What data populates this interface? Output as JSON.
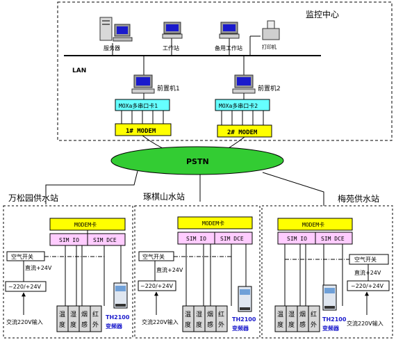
{
  "center": {
    "title": "监控中心",
    "lan_label": "LAN",
    "computers": [
      {
        "label": "服务器"
      },
      {
        "label": "工作站"
      },
      {
        "label": "备用工作站"
      },
      {
        "label": "打印机"
      }
    ],
    "front_ends": [
      {
        "label": "前置机1",
        "card": "MOXa多串口卡1",
        "modem": "1# MODEM"
      },
      {
        "label": "前置机2",
        "card": "MOXa多串口卡2",
        "modem": "2# MODEM"
      }
    ],
    "pstn_label": "PSTN"
  },
  "stations": [
    {
      "name": "万松园供水站",
      "modem_card": "MODEM卡",
      "port1": "SIM IO",
      "port2": "SIM DCE",
      "air_switch": "空气开关",
      "dc_label": "直流+24V",
      "power_supply": "~220/+24V",
      "ac_input": "交流220V输入",
      "sensors": [
        [
          "温",
          "度"
        ],
        [
          "湿",
          "度"
        ],
        [
          "烟",
          "感"
        ],
        [
          "红",
          "外"
        ]
      ],
      "inverter_model": "TH2100",
      "inverter_label": "变频器"
    },
    {
      "name": "琢棋山水站",
      "modem_card": "MODEM卡",
      "port1": "SIM IO",
      "port2": "SIM DCE",
      "air_switch": "空气开关",
      "dc_label": "直流+24V",
      "power_supply": "~220/+24V",
      "ac_input": "交流220V输入",
      "sensors": [
        [
          "温",
          "度"
        ],
        [
          "湿",
          "度"
        ],
        [
          "烟",
          "感"
        ],
        [
          "红",
          "外"
        ]
      ],
      "inverter_model": "TH2100",
      "inverter_label": "变频器"
    },
    {
      "name": "梅苑供水站",
      "modem_card": "MODEM卡",
      "port1": "SIM IO",
      "port2": "SIM DCE",
      "air_switch": "空气开关",
      "dc_label": "直流+24V",
      "power_supply": "~220/+24V",
      "ac_input": "交流220V输入",
      "sensors": [
        [
          "温",
          "度"
        ],
        [
          "湿",
          "度"
        ],
        [
          "烟",
          "感"
        ],
        [
          "红",
          "外"
        ]
      ],
      "inverter_model": "TH2100",
      "inverter_label": "变频器"
    }
  ],
  "colors": {
    "cyan": "#66ffff",
    "yellow": "#ffff00",
    "green": "#33cc33",
    "pink": "#ffccff",
    "dark_blue": "#1a1acc",
    "modem_fill": "#ffff00"
  }
}
